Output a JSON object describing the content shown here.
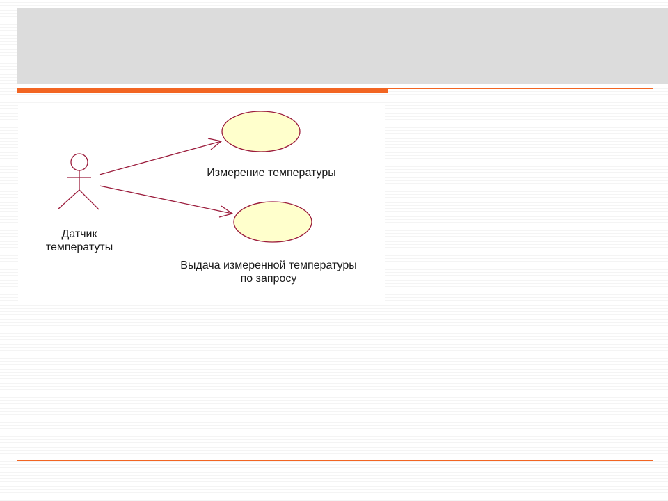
{
  "slide": {
    "title": ""
  },
  "diagram": {
    "type": "uml-use-case",
    "colors": {
      "line": "#9b1c3c",
      "usecase_fill": "#ffffcc",
      "accent_rule": "#f26522",
      "title_band": "#dcdcdc"
    },
    "actor": {
      "name_line1": "Датчик",
      "name_line2": "температуты"
    },
    "use_cases": [
      {
        "name_line1": "Измерение температуры",
        "name_line2": ""
      },
      {
        "name_line1": "Выдача измеренной температуры",
        "name_line2": "по запросу"
      }
    ],
    "associations": [
      {
        "from": "actor",
        "to": "use_cases.0"
      },
      {
        "from": "actor",
        "to": "use_cases.1"
      }
    ]
  }
}
